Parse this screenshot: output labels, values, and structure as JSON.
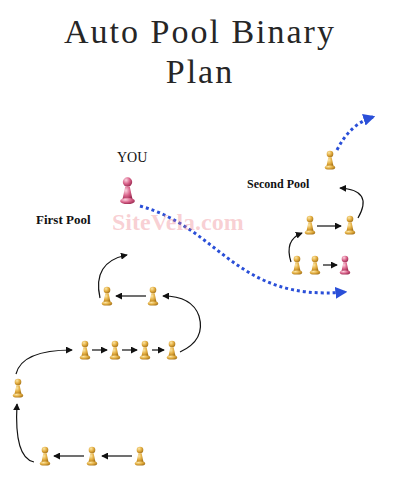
{
  "diagram": {
    "title": "Auto Pool Binary Plan",
    "labels": [
      "YOU",
      "First Pool",
      "Second Pool",
      "SiteVela.com"
    ]
  }
}
